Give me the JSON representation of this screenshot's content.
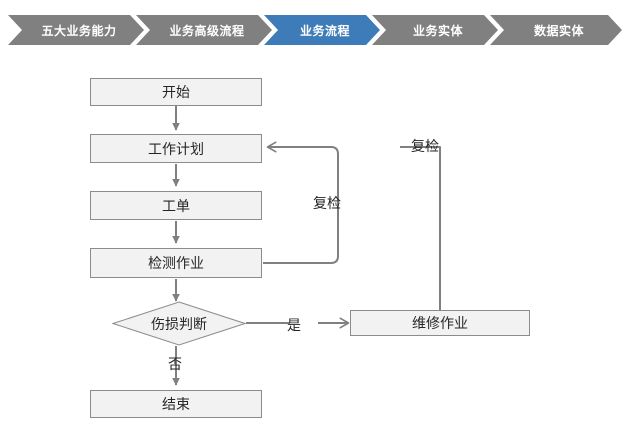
{
  "breadcrumb": {
    "items": [
      {
        "label": "五大业务能力",
        "state": "inactive",
        "color": "#808080"
      },
      {
        "label": "业务高级流程",
        "state": "inactive",
        "color": "#808080"
      },
      {
        "label": "业务流程",
        "state": "active",
        "color": "#3d7cb8"
      },
      {
        "label": "业务实体",
        "state": "inactive",
        "color": "#808080"
      },
      {
        "label": "数据实体",
        "state": "inactive",
        "color": "#808080"
      }
    ]
  },
  "chart_data": {
    "type": "diagram",
    "title": "业务流程",
    "diagram_kind": "flowchart",
    "nodes": [
      {
        "id": "start",
        "label": "开始",
        "shape": "rectangle"
      },
      {
        "id": "plan",
        "label": "工作计划",
        "shape": "rectangle"
      },
      {
        "id": "order",
        "label": "工单",
        "shape": "rectangle"
      },
      {
        "id": "inspect",
        "label": "检测作业",
        "shape": "rectangle"
      },
      {
        "id": "decision",
        "label": "伤损判断",
        "shape": "diamond"
      },
      {
        "id": "repair",
        "label": "维修作业",
        "shape": "rectangle"
      },
      {
        "id": "end",
        "label": "结束",
        "shape": "rectangle"
      }
    ],
    "edges": [
      {
        "from": "start",
        "to": "plan",
        "label": ""
      },
      {
        "from": "plan",
        "to": "order",
        "label": ""
      },
      {
        "from": "order",
        "to": "inspect",
        "label": ""
      },
      {
        "from": "inspect",
        "to": "decision",
        "label": ""
      },
      {
        "from": "inspect",
        "to": "plan",
        "label": "复检"
      },
      {
        "from": "decision",
        "to": "repair",
        "label": "是"
      },
      {
        "from": "decision",
        "to": "end",
        "label": "否"
      },
      {
        "from": "repair",
        "to": "plan",
        "label": "复检"
      }
    ],
    "node_fill": "#f2f2f2",
    "node_stroke": "#8c8c8c",
    "edge_stroke": "#808080"
  },
  "flow": {
    "nodes": {
      "start": "开始",
      "plan": "工作计划",
      "order": "工单",
      "inspect": "检测作业",
      "decision": "伤损判断",
      "repair": "维修作业",
      "end": "结束"
    },
    "labels": {
      "recheck_inner": "复检",
      "recheck_outer": "复检",
      "yes": "是",
      "no": "否"
    }
  }
}
